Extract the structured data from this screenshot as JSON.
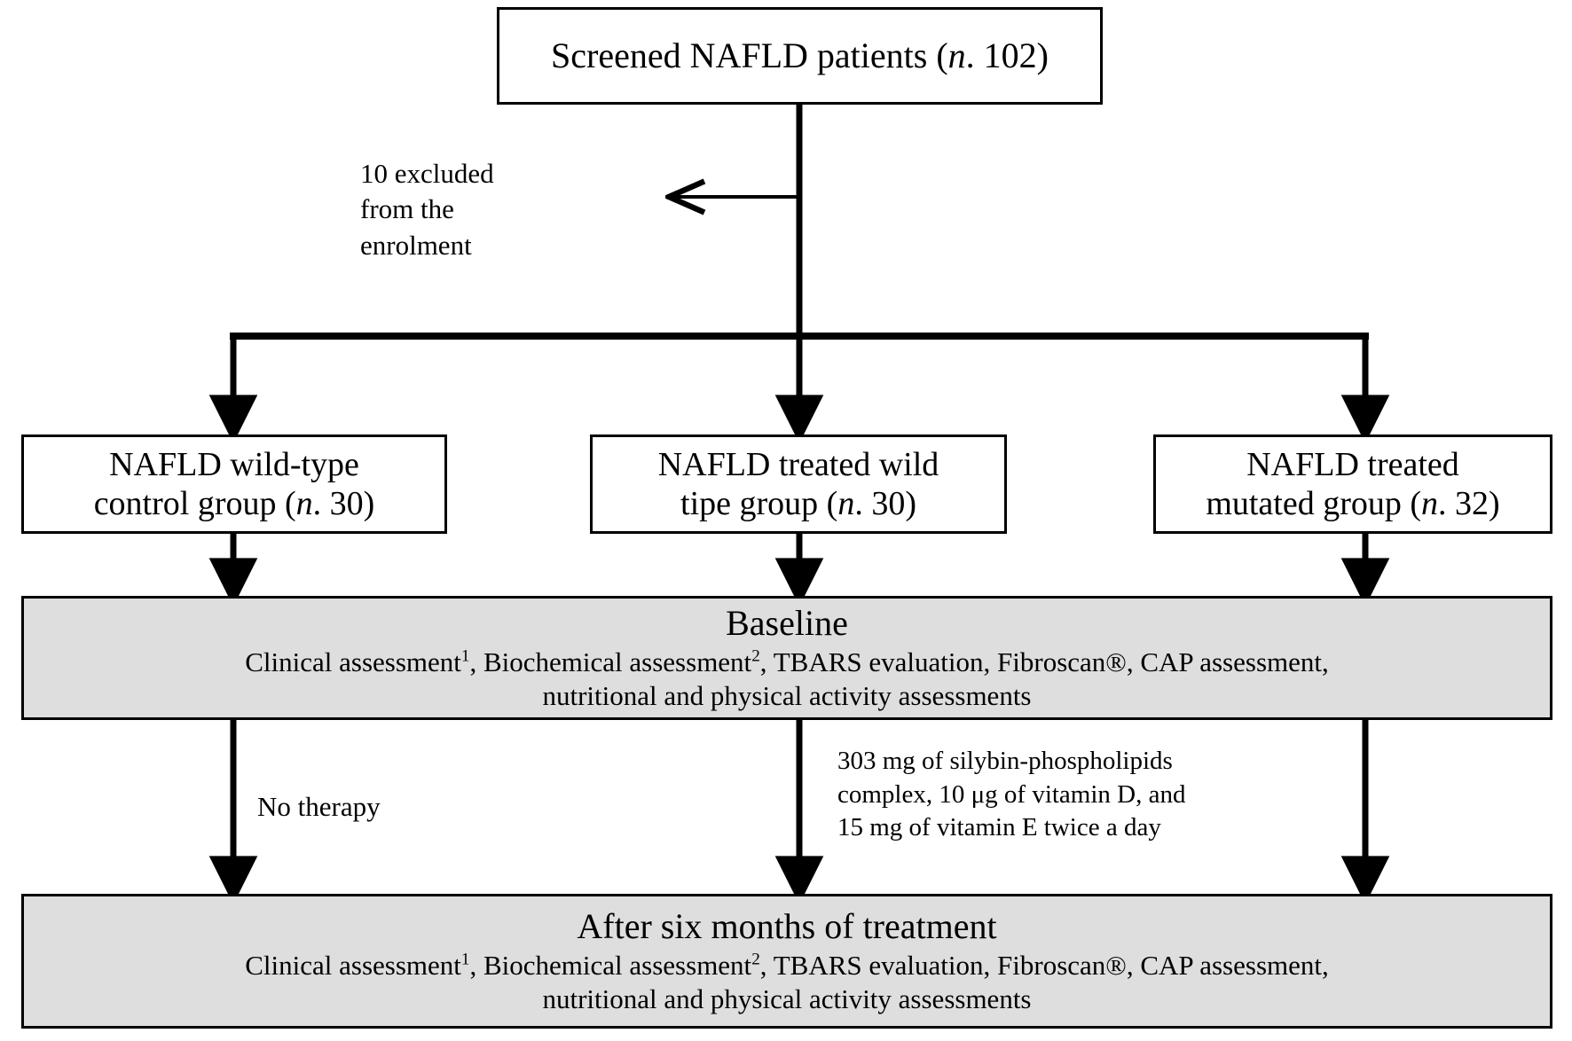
{
  "diagram": {
    "type": "study-flowchart",
    "colors": {
      "stroke": "#000000",
      "shaded_fill": "#dedede",
      "plain_fill": "#ffffff",
      "text": "#000000"
    },
    "nodes": {
      "screened": {
        "id": "screened-nafld-patients",
        "style": "plain",
        "text": "Screened NAFLD patients (n. 102)",
        "parts": {
          "before": "Screened NAFLD patients (",
          "italic": "n",
          "after": ". 102)"
        },
        "count": 102
      },
      "wild_control": {
        "id": "nafld-wild-type-control-group",
        "style": "plain",
        "line1": "NAFLD wild-type",
        "line2_before": "control group (",
        "line2_italic": "n",
        "line2_after": ". 30)",
        "count": 30
      },
      "treated_wild": {
        "id": "nafld-treated-wild-tipe-group",
        "style": "plain",
        "line1": "NAFLD treated wild",
        "line2_before": "tipe group (",
        "line2_italic": "n",
        "line2_after": ". 30)",
        "count": 30
      },
      "treated_mutated": {
        "id": "nafld-treated-mutated-group",
        "style": "plain",
        "line1": "NAFLD treated",
        "line2_before": "mutated group (",
        "line2_italic": "n",
        "line2_after": ". 32)",
        "count": 32
      },
      "baseline": {
        "id": "baseline-stage",
        "style": "shaded",
        "title": "Baseline",
        "sub_line1_a": "Clinical assessment",
        "sub_line1_sup1": "1",
        "sub_line1_b": ", Biochemical assessment",
        "sub_line1_sup2": "2",
        "sub_line1_c": ", TBARS evaluation, Fibroscan®, CAP assessment,",
        "sub_line2": "nutritional and physical activity assessments"
      },
      "after_six_months": {
        "id": "after-six-months-stage",
        "style": "shaded",
        "title": "After six months of treatment",
        "sub_line1_a": "Clinical assessment",
        "sub_line1_sup1": "1",
        "sub_line1_b": ", Biochemical assessment",
        "sub_line1_sup2": "2",
        "sub_line1_c": ", TBARS evaluation, Fibroscan®, CAP assessment,",
        "sub_line2": "nutritional and physical activity assessments"
      }
    },
    "annotations": {
      "excluded": {
        "id": "excluded-from-enrolment-note",
        "line1": "10 excluded",
        "line2": "from the",
        "line3": "enrolment",
        "count": 10
      },
      "no_therapy": {
        "id": "no-therapy-note",
        "text": "No therapy"
      },
      "therapy": {
        "id": "therapy-regimen-note",
        "line1": "303  mg  of  silybin-phospholipids",
        "line2": "complex, 10  μg of vitamin D, and",
        "line3": "15 mg of vitamin E twice a day"
      }
    }
  }
}
